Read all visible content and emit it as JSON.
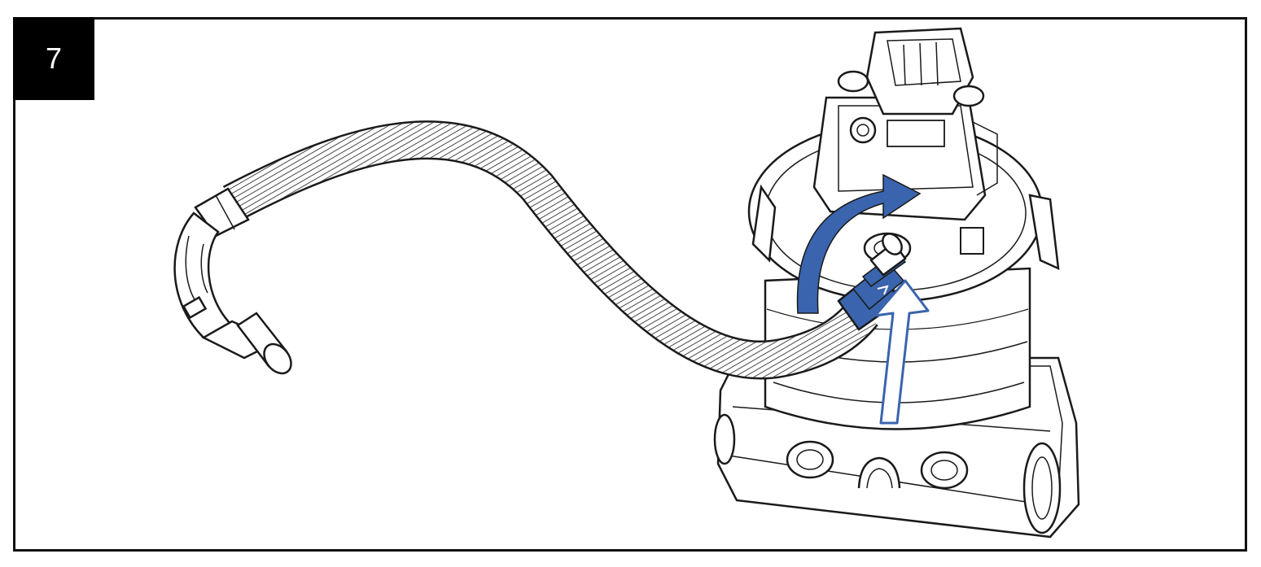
{
  "step": {
    "number": "7"
  },
  "colors": {
    "line": "#1a1a1a",
    "rotate_arrow": "#3a64ad",
    "push_arrow_outline": "#3a64ad",
    "connector": "#3a64ad"
  },
  "icons": {
    "rotate": "curved-arrow-clockwise",
    "push": "straight-arrow-up-outline"
  }
}
